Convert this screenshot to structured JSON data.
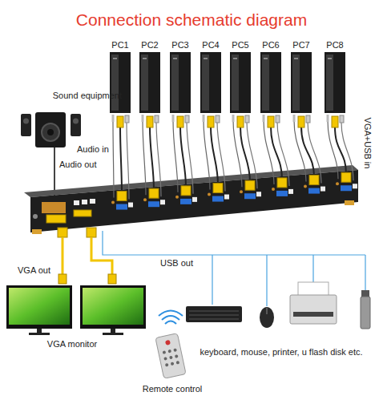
{
  "diagram": {
    "title": "Connection schematic diagram",
    "nodes": [
      {
        "text": [
          "PC1"
        ]
      },
      {
        "text": [
          "PC2"
        ]
      },
      {
        "text": [
          "PC3"
        ]
      },
      {
        "text": [
          "PC4"
        ]
      },
      {
        "text": [
          "PC5"
        ]
      },
      {
        "text": [
          "PC6"
        ]
      },
      {
        "text": [
          "PC7"
        ]
      },
      {
        "text": [
          "PC8"
        ]
      },
      {
        "text": [
          "Sound equipment"
        ]
      },
      {
        "text": [
          "VGA monitor"
        ]
      },
      {
        "text": [
          "keyboard, mouse, printer, u flash disk etc."
        ]
      },
      {
        "text": [
          "Remote control"
        ]
      }
    ],
    "labels": [
      "Audio in",
      "VGA+USB in",
      "Audio out",
      "VGA out",
      "USB out"
    ]
  }
}
